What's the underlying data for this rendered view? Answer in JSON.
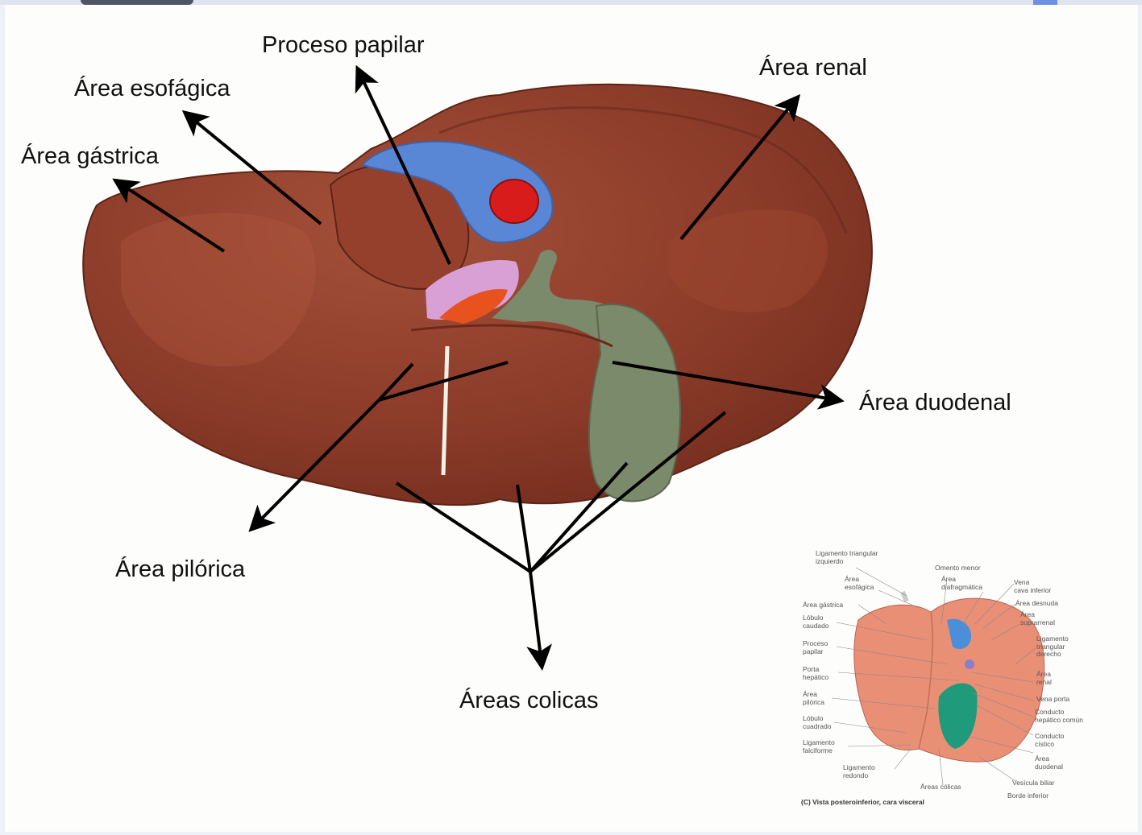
{
  "labels": {
    "proceso_papilar": "Proceso papilar",
    "area_esofagica": "Área esofágica",
    "area_gastrica": "Área gástrica",
    "area_renal": "Área renal",
    "area_duodenal": "Área duodenal",
    "area_pilorica": "Área pilórica",
    "areas_colicas": "Áreas colicas"
  },
  "inset": {
    "caption": "(C) Vista posteroinferior, cara visceral",
    "left_labels": [
      "Ligamento triangular\nizquierdo",
      "Área\nesofágica",
      "Área gástrica",
      "Lóbulo\ncaudado",
      "Proceso\npapilar",
      "Porta\nhepático",
      "Área\npilórica",
      "Lóbulo\ncuadrado",
      "Ligamento\nfalciforme",
      "Ligamento\nredondo"
    ],
    "right_labels": [
      "Omento menor",
      "Área\ndiafragmática",
      "Vena\ncava inferior",
      "Área desnuda",
      "Área\nsuprarrenal",
      "Ligamento\ntriangular\nderecho",
      "Área\nrenal",
      "Vena porta",
      "Conducto\nhepático común",
      "Conducto\ncístico",
      "Área\nduodenal",
      "Vesícula biliar",
      "Borde inferior",
      "Áreas cólicas"
    ]
  },
  "colors": {
    "liver": "#8c3a27",
    "liver_highlight": "#a9513a",
    "vena_cava": "#5a86d6",
    "aorta_lumen": "#d81c1c",
    "gallbladder": "#7b8a6a",
    "bile_duct": "#d9a0d6",
    "portal": "#e8521f",
    "arrow": "#000000"
  }
}
